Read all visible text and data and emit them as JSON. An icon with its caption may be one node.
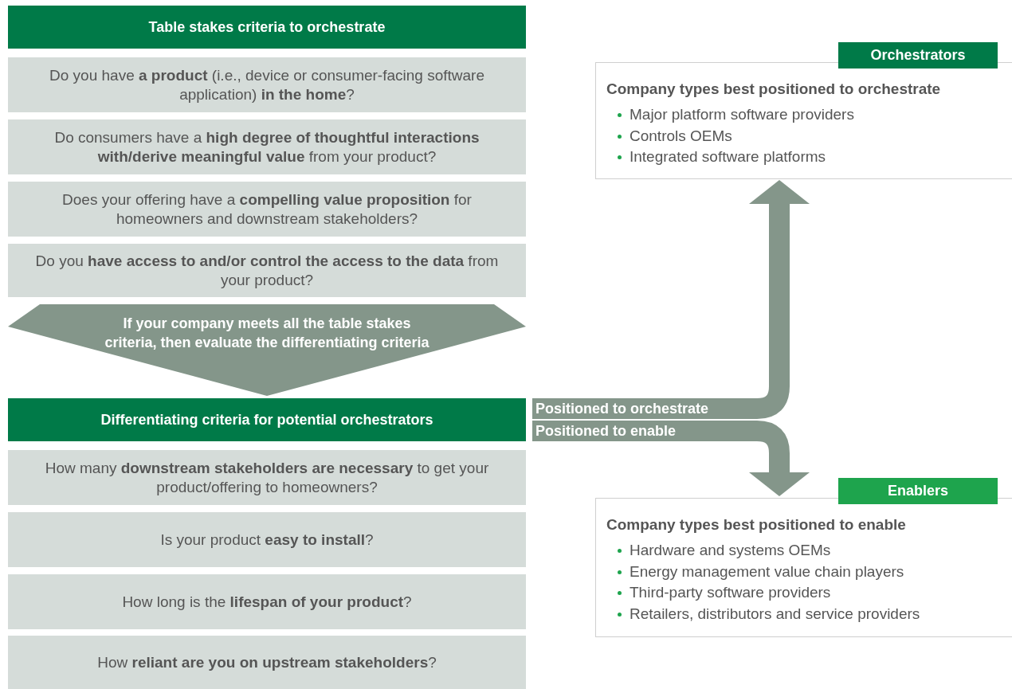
{
  "diagram": {
    "nodes": [
      {
        "text": [
          "Table stakes criteria to orchestrate"
        ]
      },
      {
        "text": [
          "Do you have **a product** (i.e., device or consumer-facing software application) **in the home**?"
        ]
      },
      {
        "text": [
          "Do consumers have a **high degree of thoughtful interactions with/derive meaningful value** from your product?"
        ]
      },
      {
        "text": [
          "Does your offering have a **compelling value proposition** for homeowners and downstream stakeholders?"
        ]
      },
      {
        "text": [
          "Do you **have access to and/or control the access to the data** from your product?"
        ]
      },
      {
        "text": [
          "If your company meets all the table stakes criteria, then evaluate the differentiating criteria"
        ]
      },
      {
        "text": [
          "Differentiating criteria for potential orchestrators"
        ]
      },
      {
        "text": [
          "How many **downstream stakeholders are necessary** to get your product/offering to homeowners?"
        ]
      },
      {
        "text": [
          "Is your product **easy to install**?"
        ]
      },
      {
        "text": [
          "How long is the **lifespan of your product**?"
        ]
      },
      {
        "text": [
          "How **reliant are you on upstream stakeholders**?"
        ]
      },
      {
        "text": [
          "Positioned to orchestrate"
        ]
      },
      {
        "text": [
          "Positioned to enable"
        ]
      },
      {
        "text": [
          "Orchestrators",
          "Company types best positioned to orchestrate",
          "Major platform software providers",
          "Controls OEMs",
          "Integrated software platforms"
        ]
      },
      {
        "text": [
          "Enablers",
          "Company types best positioned to enable",
          "Hardware and systems OEMs",
          "Energy management value chain players",
          "Third-party software providers",
          "Retailers, distributors and service providers"
        ]
      }
    ],
    "edges": [
      {
        "from": 11,
        "to": 13,
        "arrow": "to"
      },
      {
        "from": 12,
        "to": 14,
        "arrow": "to"
      }
    ]
  }
}
